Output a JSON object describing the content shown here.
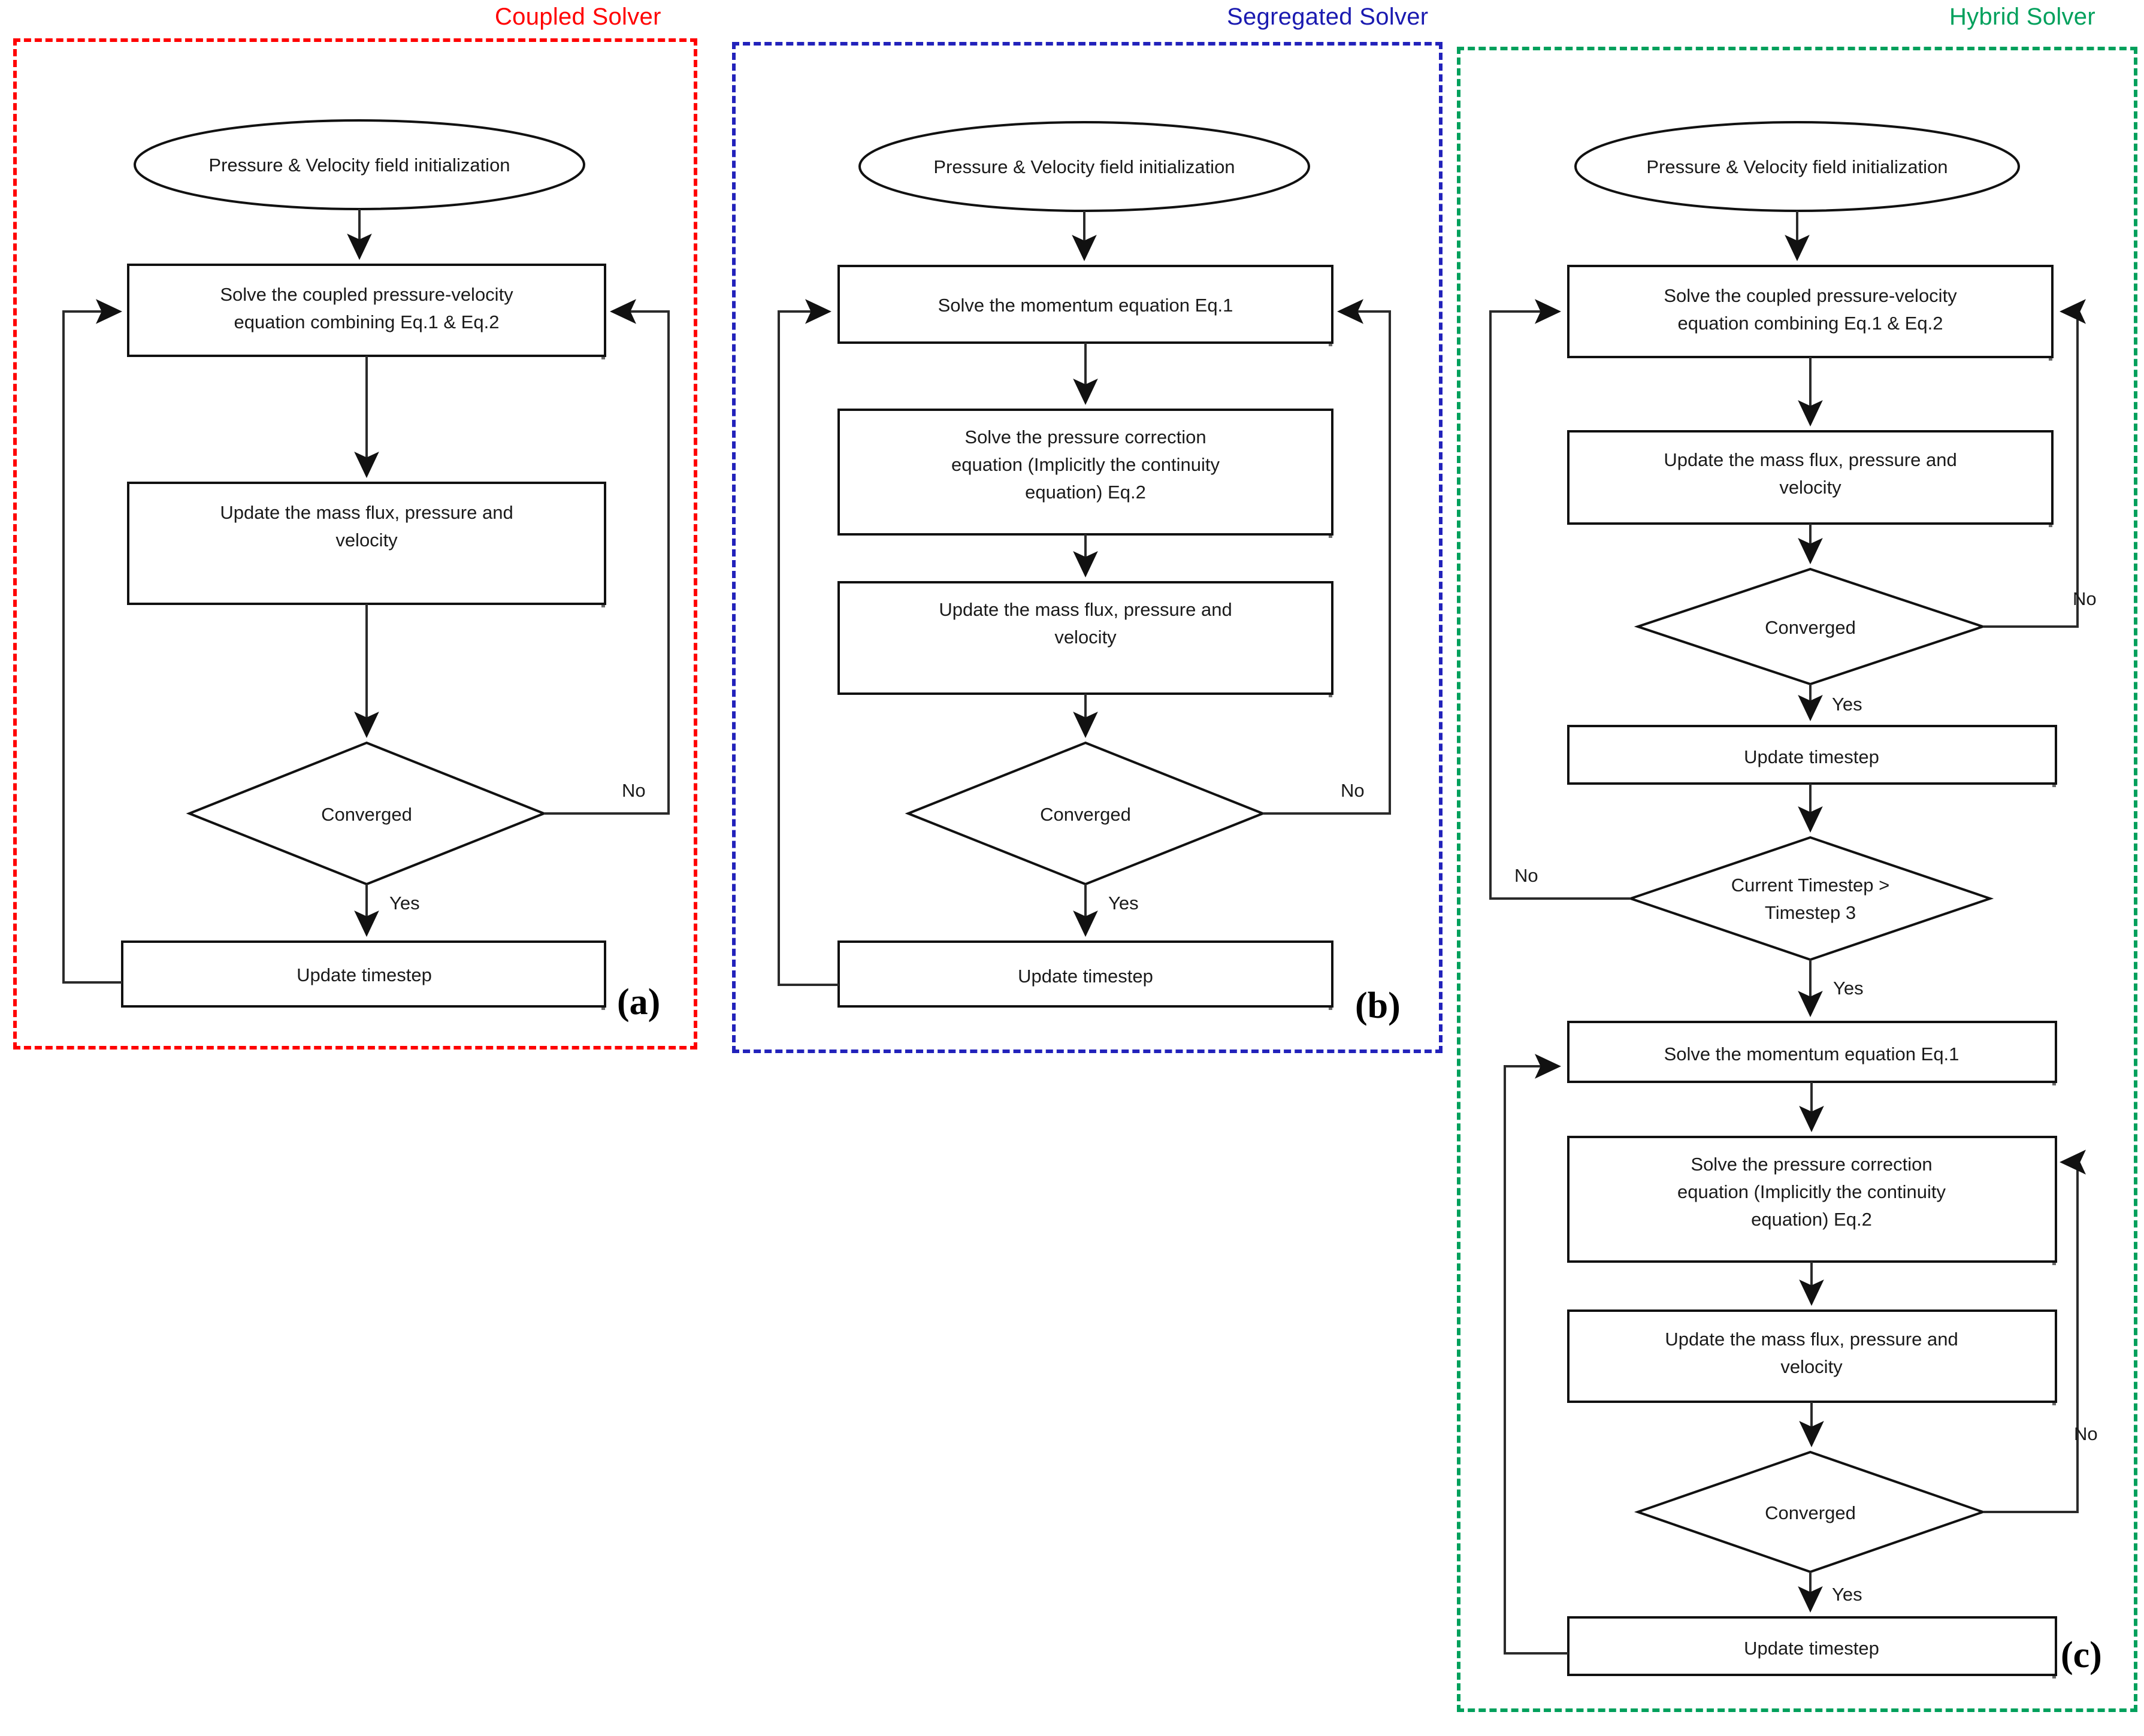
{
  "figure": {
    "type": "flowchart",
    "description": "Three CFD pressure-velocity coupling solver algorithm flowcharts",
    "panels": [
      {
        "id": "a",
        "title": "Coupled Solver",
        "title_color": "#ff0000",
        "border_color": "#ff0000",
        "label": "(a)",
        "nodes": [
          {
            "key": "start",
            "shape": "ellipse",
            "text": "Pressure & Velocity field initialization"
          },
          {
            "key": "solve",
            "shape": "rect",
            "text": "Solve the coupled pressure-velocity equation combining Eq.1 & Eq.2"
          },
          {
            "key": "update",
            "shape": "rect",
            "text": "Update the mass flux, pressure and velocity"
          },
          {
            "key": "decide",
            "shape": "diamond",
            "text": "Converged"
          },
          {
            "key": "tstep",
            "shape": "rect",
            "text": "Update timestep"
          }
        ],
        "edges": [
          {
            "from": "start",
            "to": "solve",
            "label": ""
          },
          {
            "from": "solve",
            "to": "update",
            "label": ""
          },
          {
            "from": "update",
            "to": "decide",
            "label": ""
          },
          {
            "from": "decide",
            "to": "solve",
            "label": "No"
          },
          {
            "from": "decide",
            "to": "tstep",
            "label": "Yes"
          },
          {
            "from": "tstep",
            "to": "solve",
            "label": ""
          }
        ]
      },
      {
        "id": "b",
        "title": "Segregated Solver",
        "title_color": "#1a1ab0",
        "border_color": "#2222bb",
        "label": "(b)",
        "nodes": [
          {
            "key": "start",
            "shape": "ellipse",
            "text": "Pressure & Velocity field initialization"
          },
          {
            "key": "mom",
            "shape": "rect",
            "text": "Solve the momentum equation Eq.1"
          },
          {
            "key": "pcorr",
            "shape": "rect",
            "text": "Solve the pressure correction equation (Implicitly the continuity equation) Eq.2"
          },
          {
            "key": "update",
            "shape": "rect",
            "text": "Update the mass flux, pressure and velocity"
          },
          {
            "key": "decide",
            "shape": "diamond",
            "text": "Converged"
          },
          {
            "key": "tstep",
            "shape": "rect",
            "text": "Update timestep"
          }
        ],
        "edges": [
          {
            "from": "start",
            "to": "mom",
            "label": ""
          },
          {
            "from": "mom",
            "to": "pcorr",
            "label": ""
          },
          {
            "from": "pcorr",
            "to": "update",
            "label": ""
          },
          {
            "from": "update",
            "to": "decide",
            "label": ""
          },
          {
            "from": "decide",
            "to": "mom",
            "label": "No"
          },
          {
            "from": "decide",
            "to": "tstep",
            "label": "Yes"
          },
          {
            "from": "tstep",
            "to": "mom",
            "label": ""
          }
        ]
      },
      {
        "id": "c",
        "title": "Hybrid Solver",
        "title_color": "#00a05c",
        "border_color": "#00a05c",
        "label": "(c)",
        "nodes": [
          {
            "key": "start",
            "shape": "ellipse",
            "text": "Pressure & Velocity field initialization"
          },
          {
            "key": "coupled",
            "shape": "rect",
            "text": "Solve the coupled pressure-velocity equation combining Eq.1 & Eq.2"
          },
          {
            "key": "update1",
            "shape": "rect",
            "text": "Update the mass flux, pressure and velocity"
          },
          {
            "key": "conv1",
            "shape": "diamond",
            "text": "Converged"
          },
          {
            "key": "tstep1",
            "shape": "rect",
            "text": "Update timestep"
          },
          {
            "key": "tscheck",
            "shape": "diamond",
            "text": "Current Timestep > Timestep 3"
          },
          {
            "key": "mom",
            "shape": "rect",
            "text": "Solve the momentum equation Eq.1"
          },
          {
            "key": "pcorr",
            "shape": "rect",
            "text": "Solve the pressure correction equation (Implicitly the continuity equation) Eq.2"
          },
          {
            "key": "update2",
            "shape": "rect",
            "text": "Update the mass flux, pressure and velocity"
          },
          {
            "key": "conv2",
            "shape": "diamond",
            "text": "Converged"
          },
          {
            "key": "tstep2",
            "shape": "rect",
            "text": "Update timestep"
          }
        ],
        "edges": [
          {
            "from": "start",
            "to": "coupled",
            "label": ""
          },
          {
            "from": "coupled",
            "to": "update1",
            "label": ""
          },
          {
            "from": "update1",
            "to": "conv1",
            "label": ""
          },
          {
            "from": "conv1",
            "to": "coupled",
            "label": "No"
          },
          {
            "from": "conv1",
            "to": "tstep1",
            "label": "Yes"
          },
          {
            "from": "tstep1",
            "to": "tscheck",
            "label": ""
          },
          {
            "from": "tscheck",
            "to": "coupled",
            "label": "No"
          },
          {
            "from": "tscheck",
            "to": "mom",
            "label": "Yes"
          },
          {
            "from": "mom",
            "to": "pcorr",
            "label": ""
          },
          {
            "from": "pcorr",
            "to": "update2",
            "label": ""
          },
          {
            "from": "update2",
            "to": "conv2",
            "label": ""
          },
          {
            "from": "conv2",
            "to": "pcorr",
            "label": "No"
          },
          {
            "from": "conv2",
            "to": "tstep2",
            "label": "Yes"
          },
          {
            "from": "tstep2",
            "to": "mom",
            "label": ""
          }
        ]
      }
    ]
  },
  "text": {
    "init": "Pressure & Velocity field initialization",
    "coupled_l1": "Solve the coupled pressure-velocity",
    "coupled_l2": "equation combining Eq.1 & Eq.2",
    "momentum": "Solve the momentum equation Eq.1",
    "pcorr_l1": "Solve the pressure correction",
    "pcorr_l2": "equation (Implicitly the continuity",
    "pcorr_l3": "equation) Eq.2",
    "update_l1": "Update the mass flux, pressure and",
    "update_l2": "velocity",
    "converged": "Converged",
    "timestep": "Update timestep",
    "tscheck_l1": "Current Timestep >",
    "tscheck_l2": "Timestep 3",
    "yes": "Yes",
    "no": "No",
    "label_a": "(a)",
    "label_b": "(b)",
    "label_c": "(c)"
  }
}
